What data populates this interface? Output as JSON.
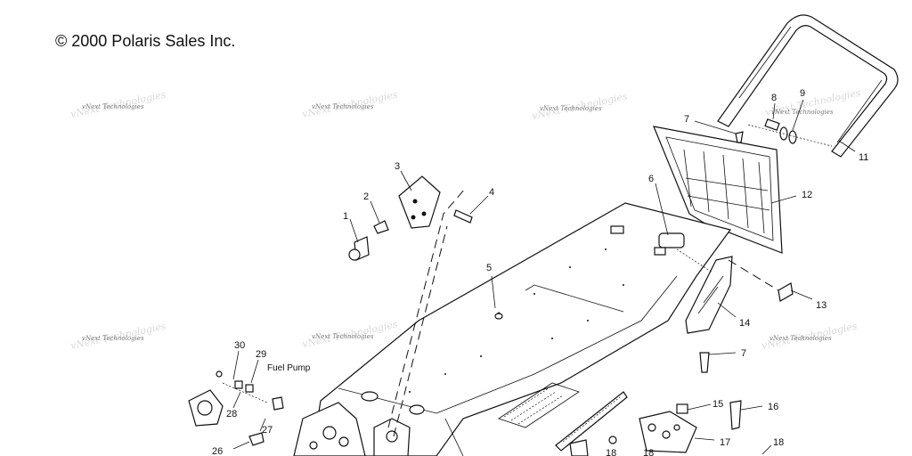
{
  "copyright": "© 2000 Polaris Sales Inc.",
  "watermark": "vNext Technologies",
  "annotation_fuel_pump": "Fuel Pump",
  "callouts": [
    "1",
    "2",
    "3",
    "4",
    "5",
    "6",
    "7",
    "8",
    "9",
    "11",
    "12",
    "7",
    "13",
    "14",
    "15",
    "16",
    "17",
    "18",
    "18",
    "18",
    "26",
    "27",
    "28",
    "29",
    "30"
  ]
}
